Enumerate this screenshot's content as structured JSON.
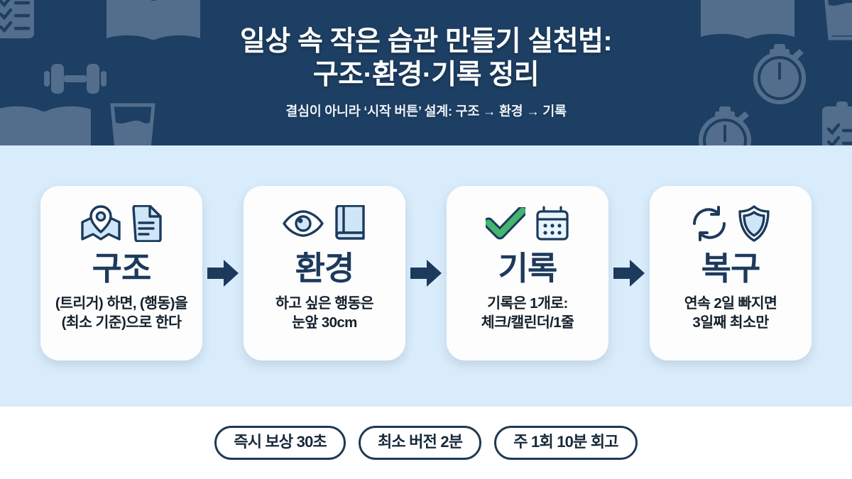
{
  "header": {
    "title_line1": "일상 속 작은 습관 만들기 실천법:",
    "title_line2": "구조·환경·기록 정리",
    "subtitle": "결심이 아니라 ‘시작 버튼’ 설계: 구조 → 환경 → 기록",
    "background_color": "#1d3f63",
    "decor_icons": [
      "clipboard-checklist-icon",
      "open-book-icon",
      "dumbbell-icon",
      "water-glass-icon",
      "stopwatch-icon"
    ]
  },
  "band": {
    "background_color": "#d9ecfb"
  },
  "steps": [
    {
      "title": "구조",
      "desc_line1": "(트리거) 하면, (행동)을",
      "desc_line2": "(최소 기준)으로 한다",
      "icons": [
        "map-pin-icon",
        "document-icon"
      ]
    },
    {
      "title": "환경",
      "desc_line1": "하고 싶은 행동은",
      "desc_line2": "눈앞 30cm",
      "icons": [
        "eye-icon",
        "book-icon"
      ]
    },
    {
      "title": "기록",
      "desc_line1": "기록은 1개로:",
      "desc_line2": "체크/캘린더/1줄",
      "icons": [
        "check-icon",
        "calendar-icon"
      ]
    },
    {
      "title": "복구",
      "desc_line1": "연속 2일 빠지면",
      "desc_line2": "3일째 최소만",
      "icons": [
        "refresh-icon",
        "shield-icon"
      ]
    }
  ],
  "arrows": [
    "arrow-right-icon",
    "arrow-right-icon",
    "arrow-right-icon"
  ],
  "footer": {
    "pills": [
      "즉시 보상 30초",
      "최소 버전 2분",
      "주 1회 10분 회고"
    ]
  },
  "colors": {
    "navy": "#1d3f63",
    "deep_navy": "#1d3a5c",
    "light_blue": "#d9ecfb",
    "icon_fill": "#cfe6f8",
    "green": "#45b46f",
    "card_bg": "#fdfdfd"
  }
}
